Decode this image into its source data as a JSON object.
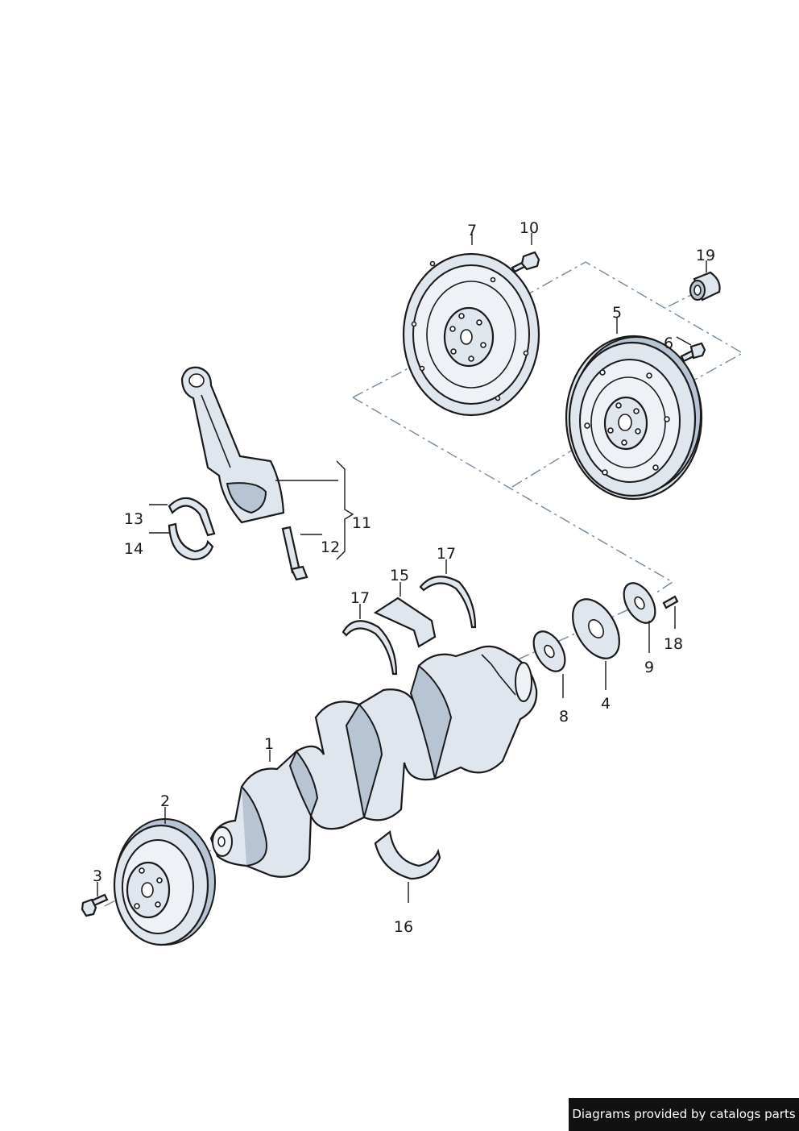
{
  "callouts": [
    {
      "id": "c1",
      "text": "1"
    },
    {
      "id": "c2",
      "text": "2"
    },
    {
      "id": "c3",
      "text": "3"
    },
    {
      "id": "c4",
      "text": "4"
    },
    {
      "id": "c5",
      "text": "5"
    },
    {
      "id": "c6",
      "text": "6"
    },
    {
      "id": "c7",
      "text": "7"
    },
    {
      "id": "c8",
      "text": "8"
    },
    {
      "id": "c9",
      "text": "9"
    },
    {
      "id": "c10",
      "text": "10"
    },
    {
      "id": "c11",
      "text": "11"
    },
    {
      "id": "c12",
      "text": "12"
    },
    {
      "id": "c13",
      "text": "13"
    },
    {
      "id": "c14",
      "text": "14"
    },
    {
      "id": "c15",
      "text": "15"
    },
    {
      "id": "c16",
      "text": "16"
    },
    {
      "id": "c17a",
      "text": "17"
    },
    {
      "id": "c17b",
      "text": "17"
    },
    {
      "id": "c18",
      "text": "18"
    },
    {
      "id": "c19",
      "text": "19"
    }
  ],
  "credit": "Diagrams provided by catalogs parts",
  "colors": {
    "part_fill": "#dfe6ee",
    "part_shade": "#b7c4d3",
    "centerline": "#6f8aa6",
    "ink": "#1a1a1a"
  }
}
